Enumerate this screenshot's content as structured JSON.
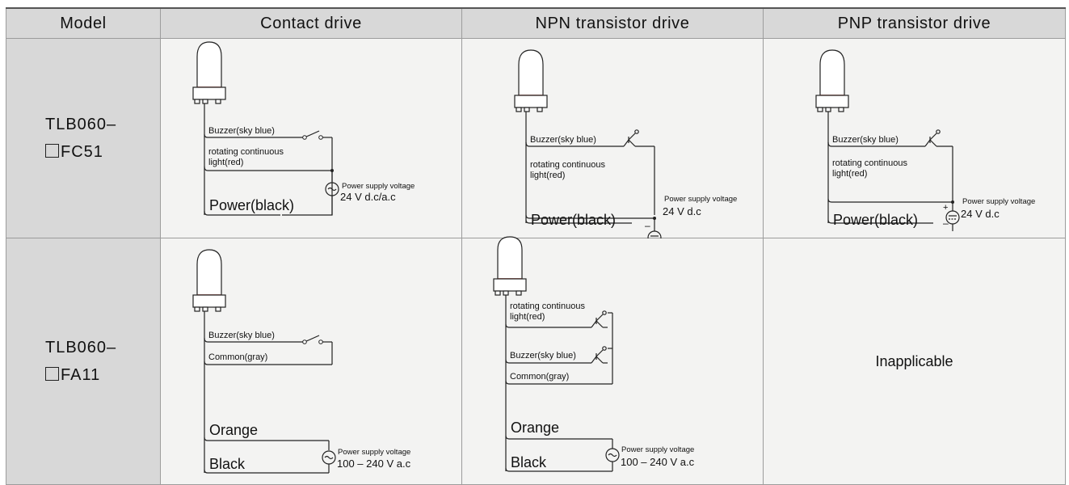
{
  "headers": [
    "Model",
    "Contact drive",
    "NPN transistor drive",
    "PNP transistor drive"
  ],
  "rows": [
    {
      "model_line1": "TLB060–",
      "model_line2": "FC51",
      "contact": {
        "buzzer": "Buzzer(sky blue)",
        "rotating1": "rotating continuous",
        "rotating2": "light(red)",
        "power": "Power(black)",
        "supply": "Power supply voltage",
        "voltage": "24 V d.c/a.c"
      },
      "npn": {
        "buzzer": "Buzzer(sky blue)",
        "rotating1": "rotating continuous",
        "rotating2": "light(red)",
        "power": "Power(black)",
        "supply": "Power supply voltage",
        "voltage": "24 V d.c"
      },
      "pnp": {
        "buzzer": "Buzzer(sky blue)",
        "rotating1": "rotating continuous",
        "rotating2": "light(red)",
        "power": "Power(black)",
        "supply": "Power supply voltage",
        "voltage": "24 V d.c"
      }
    },
    {
      "model_line1": "TLB060–",
      "model_line2": "FA11",
      "contact": {
        "buzzer": "Buzzer(sky blue)",
        "common": "Common(gray)",
        "orange": "Orange",
        "black": "Black",
        "supply": "Power supply voltage",
        "voltage": "100 – 240 V a.c"
      },
      "npn": {
        "rotating1": "rotating continuous",
        "rotating2": "light(red)",
        "buzzer": "Buzzer(sky blue)",
        "common": "Common(gray)",
        "orange": "Orange",
        "black": "Black",
        "supply": "Power supply voltage",
        "voltage": "100 – 240 V a.c"
      },
      "pnp": {
        "inapplicable": "Inapplicable"
      }
    }
  ],
  "colors": {
    "header_bg": "#d8d8d8",
    "cell_bg": "#f3f3f2",
    "lamp_band": "#c0392b"
  }
}
